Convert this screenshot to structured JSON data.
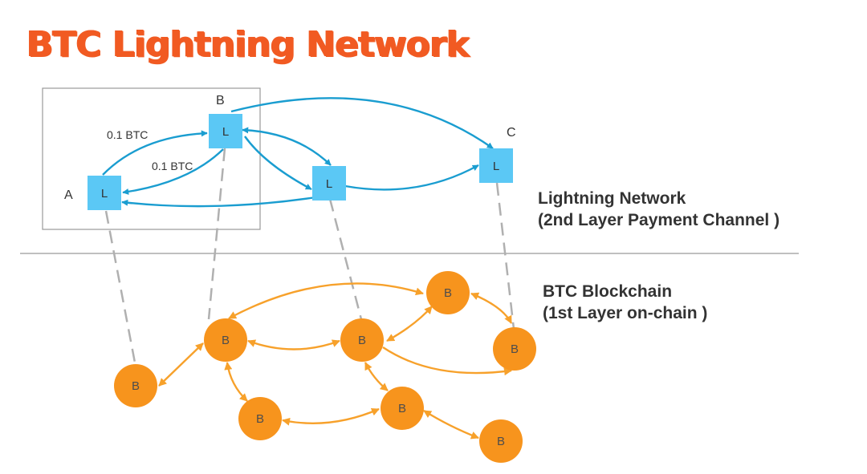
{
  "title": "BTC Lightning Network",
  "lightning_caption": {
    "line1": "Lightning Network",
    "line2": "(2nd Layer Payment Channel )"
  },
  "blockchain_caption": {
    "line1": "BTC Blockchain",
    "line2": "(1st Layer on-chain )"
  },
  "lightning_nodes": [
    {
      "id": "A",
      "label": "L",
      "name": "A"
    },
    {
      "id": "B",
      "label": "L",
      "name": "B"
    },
    {
      "id": "M",
      "label": "L",
      "name": ""
    },
    {
      "id": "C",
      "label": "L",
      "name": "C"
    }
  ],
  "channel_labels": {
    "a_to_b": "0.1 BTC",
    "b_to_a": "0.1 BTC"
  },
  "chain_node_label": "B",
  "colors": {
    "title": "#f15a22",
    "lightning_node": "#5bc8f5",
    "lightning_edge": "#1a9dd0",
    "chain_node": "#f7941d",
    "chain_edge": "#f7a12b",
    "link": "#b0b0b0",
    "divider": "#999999",
    "box": "#999999"
  }
}
